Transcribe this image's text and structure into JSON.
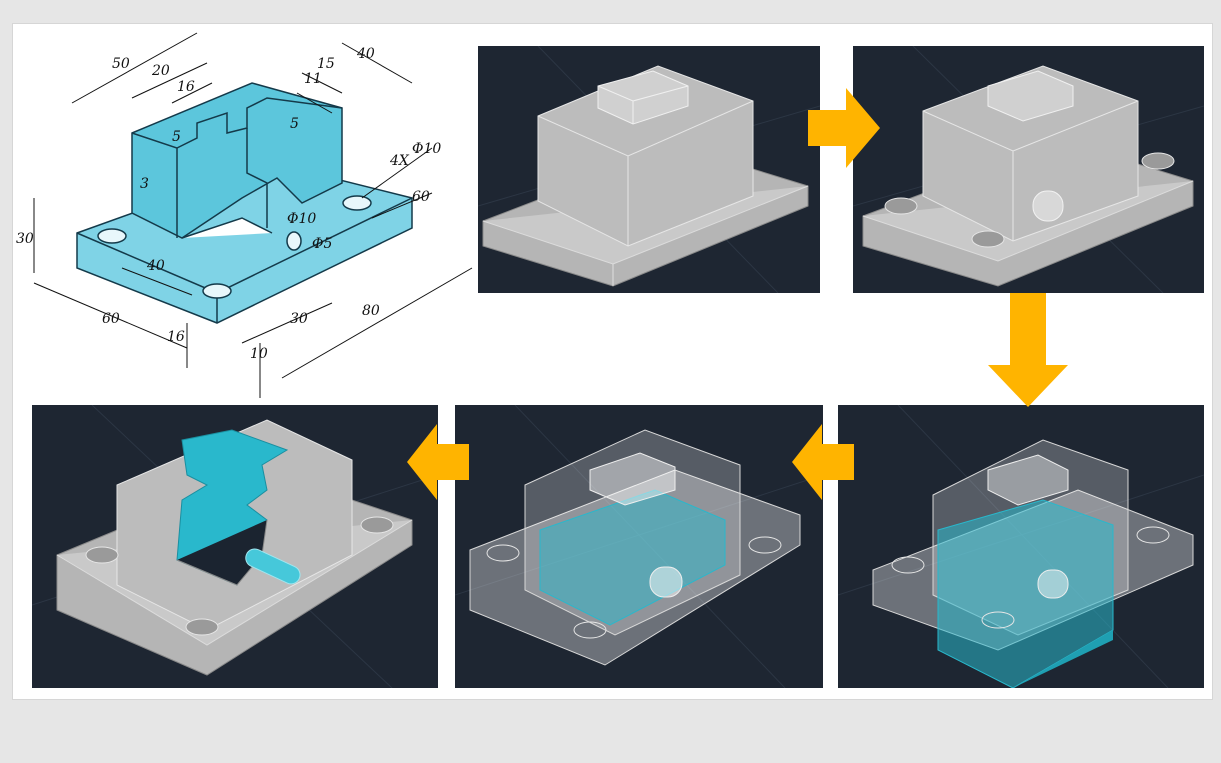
{
  "drawing": {
    "dimensions": [
      "50",
      "20",
      "16",
      "15",
      "11",
      "40",
      "5",
      "5",
      "3",
      "30",
      "4X",
      "Φ10",
      "Φ10",
      "Φ5",
      "60",
      "40",
      "60",
      "30",
      "80",
      "16",
      "10"
    ]
  },
  "colors": {
    "viewport_bg": "#1e2632",
    "arrow": "#ffb400",
    "part_gray": "#c8c8c8",
    "cyan": "#29b8cc",
    "ghost": "#ffffff"
  },
  "steps": [
    "step-1-base-with-boss",
    "step-2-add-holes-and-cylinder",
    "step-3-ghost-cut-box",
    "step-4-ghost-cut-channel",
    "step-5-final-part"
  ]
}
